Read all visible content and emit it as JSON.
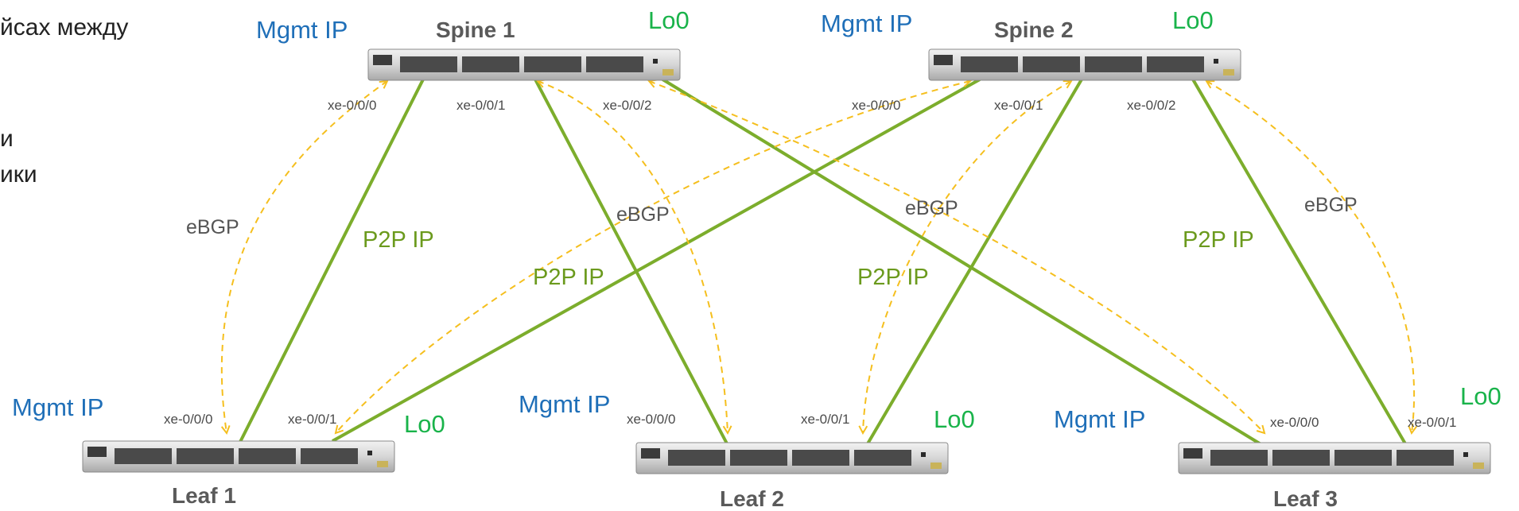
{
  "side_text": [
    "йсах между",
    "и",
    "ики"
  ],
  "devices": {
    "spine1": {
      "name": "Spine 1",
      "mgmt": "Mgmt IP",
      "lo": "Lo0",
      "ports": [
        "xe-0/0/0",
        "xe-0/0/1",
        "xe-0/0/2"
      ]
    },
    "spine2": {
      "name": "Spine 2",
      "mgmt": "Mgmt IP",
      "lo": "Lo0",
      "ports": [
        "xe-0/0/0",
        "xe-0/0/1",
        "xe-0/0/2"
      ]
    },
    "leaf1": {
      "name": "Leaf 1",
      "mgmt": "Mgmt IP",
      "lo": "Lo0",
      "ports": [
        "xe-0/0/0",
        "xe-0/0/1"
      ]
    },
    "leaf2": {
      "name": "Leaf 2",
      "mgmt": "Mgmt IP",
      "lo": "Lo0",
      "ports": [
        "xe-0/0/0",
        "xe-0/0/1"
      ]
    },
    "leaf3": {
      "name": "Leaf 3",
      "mgmt": "Mgmt IP",
      "lo": "Lo0",
      "ports": [
        "xe-0/0/0",
        "xe-0/0/1"
      ]
    }
  },
  "labels": {
    "ebgp": "eBGP",
    "p2p": "P2P IP"
  },
  "colors": {
    "p2p_link": "#7cad2c",
    "ebgp_session": "#f5bf1e",
    "mgmt": "#1f6fb8",
    "loopback": "#19b34a"
  }
}
